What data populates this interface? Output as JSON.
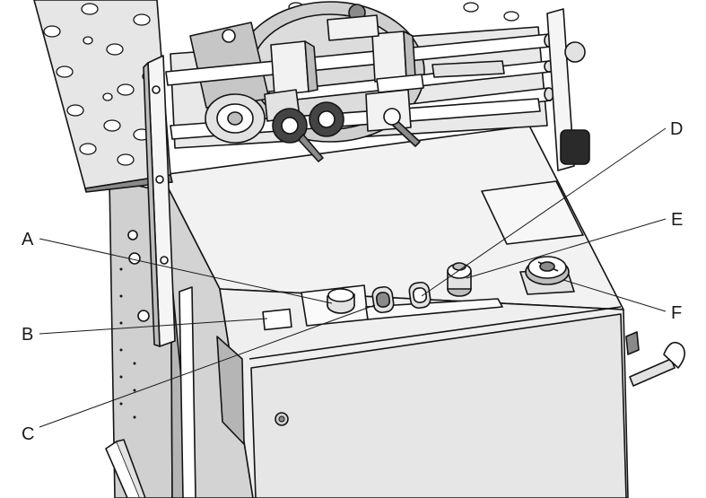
{
  "callouts": {
    "a": "A",
    "b": "B",
    "c": "C",
    "d": "D",
    "e": "E",
    "f": "F"
  },
  "colors": {
    "line": "#141414",
    "light_gray": "#e2e2e2",
    "mid_gray": "#bdbdbd",
    "dark_gray": "#8a8a8a",
    "white": "#ffffff"
  }
}
